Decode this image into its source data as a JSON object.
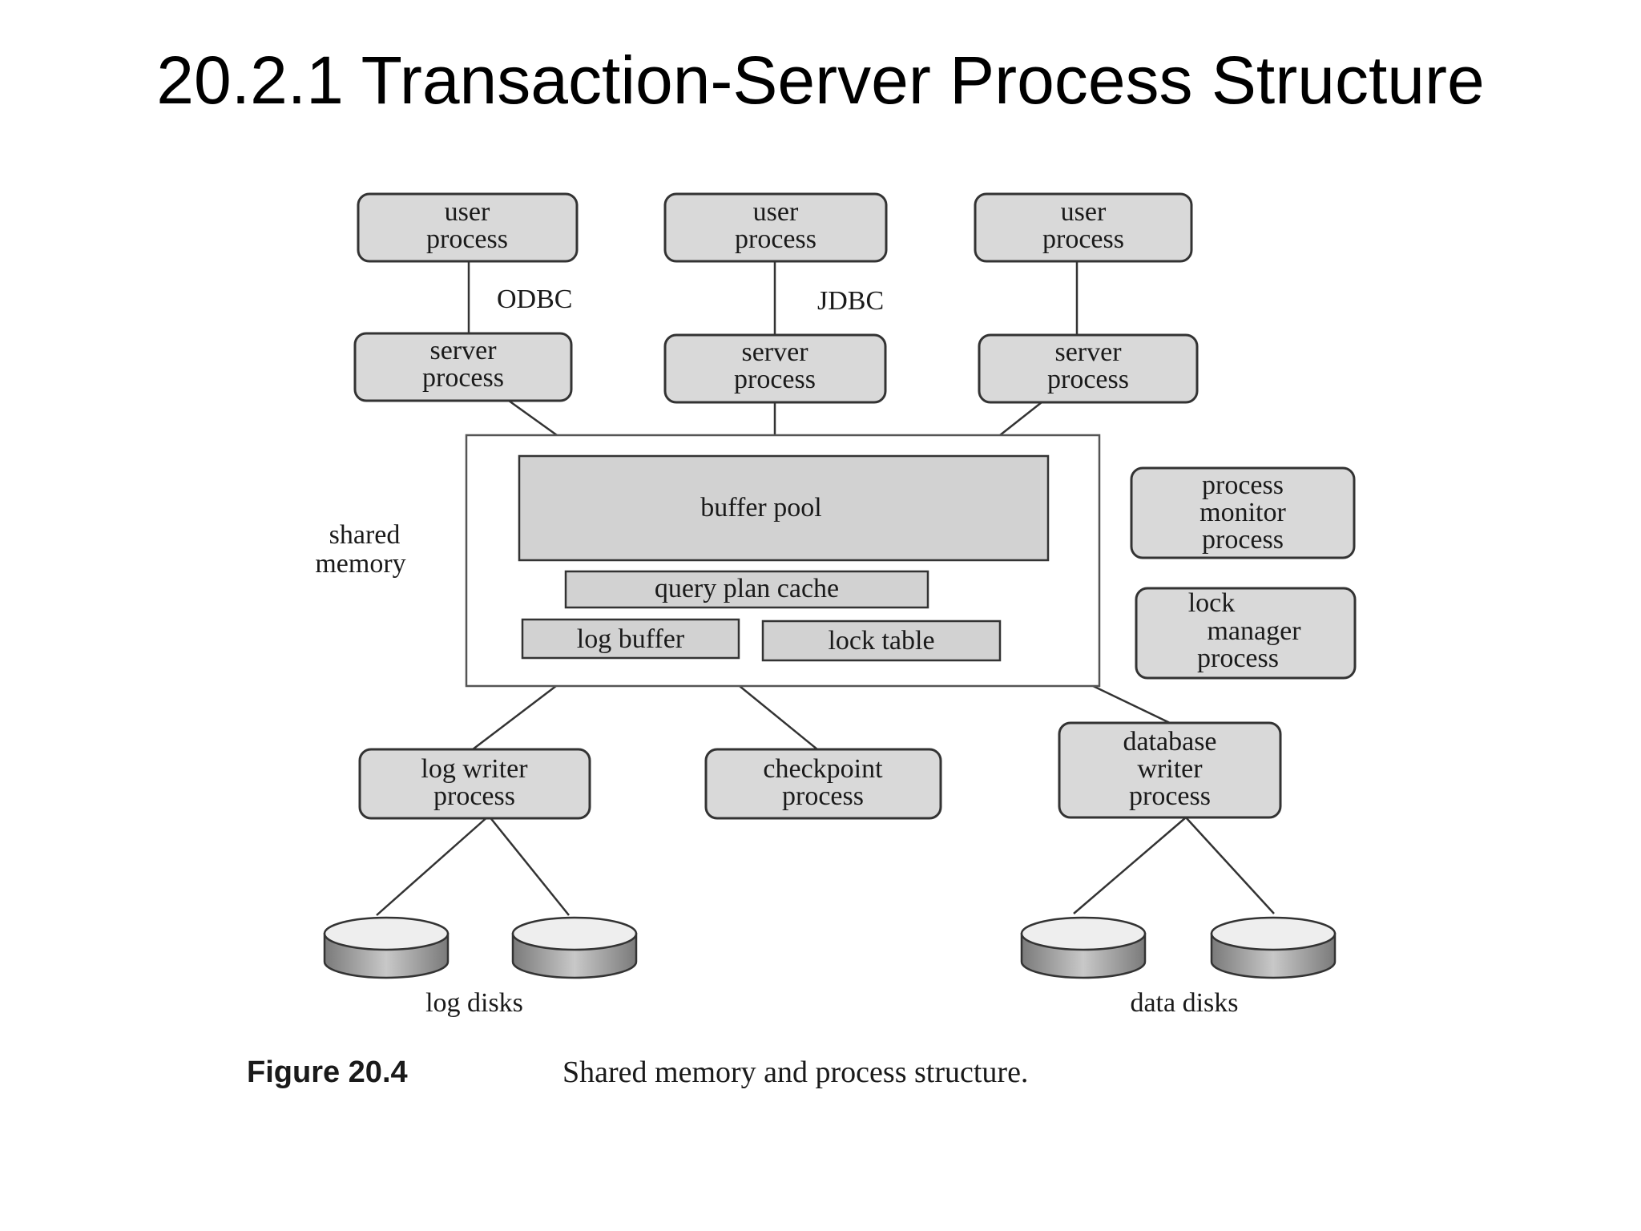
{
  "slide": {
    "title": "20.2.1 Transaction-Server Process Structure"
  },
  "diagram": {
    "user_process_1": [
      "user",
      "process"
    ],
    "user_process_2": [
      "user",
      "process"
    ],
    "user_process_3": [
      "user",
      "process"
    ],
    "odbc_label": "ODBC",
    "jdbc_label": "JDBC",
    "server_process_1": [
      "server",
      "process"
    ],
    "server_process_2": [
      "server",
      "process"
    ],
    "server_process_3": [
      "server",
      "process"
    ],
    "shared_memory_label": [
      "shared",
      "memory"
    ],
    "buffer_pool": "buffer pool",
    "query_plan_cache": "query plan cache",
    "log_buffer": "log buffer",
    "lock_table": "lock table",
    "process_monitor": [
      "process",
      "monitor",
      "process"
    ],
    "lock_manager": [
      "lock",
      "manager",
      "process"
    ],
    "log_writer": [
      "log writer",
      "process"
    ],
    "checkpoint": [
      "checkpoint",
      "process"
    ],
    "database_writer": [
      "database",
      "writer",
      "process"
    ],
    "log_disks_label": "log disks",
    "data_disks_label": "data disks"
  },
  "caption": {
    "number": "Figure 20.4",
    "text": "Shared memory and process structure."
  },
  "colors": {
    "box_fill": "#d9d9d9",
    "box_stroke": "#333333",
    "disk_side": "#9a9a9a",
    "disk_top": "#eeeeee"
  }
}
